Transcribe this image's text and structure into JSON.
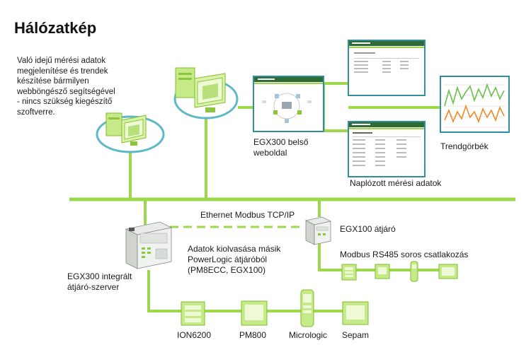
{
  "diagram": {
    "title": "Hálózatkép",
    "description": "Való idejű mérési adatok\nmegjelenítése és trendek\nkészítése bármilyen\nwebböngésző segítségével\n- nincs szükség kiegészítő\nszoftverre.",
    "labels": {
      "egx300_web": "EGX300 belső\nweboldal",
      "trend": "Trendgörbék",
      "logged": "Naplózott mérési adatok",
      "ethernet": "Ethernet Modbus TCP/IP",
      "egx100": "EGX100 átjáró",
      "read_other": "Adatok kiolvasása másik\nPowerLogic átjáróból\n(PM8ECC, EGX100)",
      "rs485": "Modbus RS485 soros csatlakozás",
      "egx300_server": "EGX300 integrált\nátjáró-szerver"
    },
    "devices": [
      "ION6200",
      "PM800",
      "Micrologic",
      "Sepam"
    ],
    "colors": {
      "line": "#9dd84a",
      "line_dark": "#7fbf2a",
      "ring": "#5fb8c8",
      "device": "#c6e98a",
      "device_dark": "#8cc63f",
      "web_header": "#2f6b34",
      "text": "#1a1a1a"
    }
  }
}
